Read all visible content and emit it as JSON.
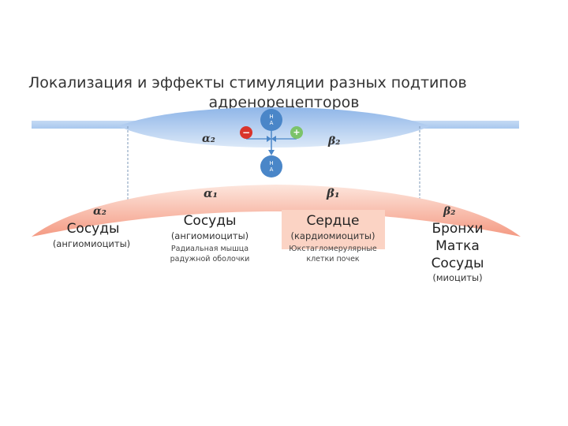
{
  "title": {
    "line1": "Локализация и эффекты стимуляции разных подтипов",
    "line2": "адренорецепторов"
  },
  "presynaptic": {
    "receptor_left": "α₂",
    "receptor_right": "β₂",
    "na_top": "Н\nА",
    "na_bottom": "Н\nА",
    "minus": "−",
    "plus": "+"
  },
  "postsynaptic": {
    "receptor_a1": "α₁",
    "receptor_b1": "β₁"
  },
  "targets": {
    "left": {
      "receptor": "α₂",
      "organ": "Сосуды",
      "cells": "(ангиомиоциты)"
    },
    "center_left": {
      "organ": "Сосуды",
      "cells": "(ангиомиоциты)",
      "extra_line1": "Радиальная мышца",
      "extra_line2": "радужной оболочки"
    },
    "center_right": {
      "organ": "Сердце",
      "cells": "(кардиомиоциты)",
      "extra_line1": "Юкстагломерулярные",
      "extra_line2": "клетки почек"
    },
    "right": {
      "receptor": "β₂",
      "organ1": "Бронхи",
      "organ2": "Матка",
      "organ3": "Сосуды",
      "cells": "(миоциты)"
    }
  },
  "colors": {
    "presynaptic_blue": "#a9c8ee",
    "postsynaptic_salmon": "#f6a28c",
    "highlight_box": "#fbd2c2",
    "na_circle": "#4a86c8",
    "minus_red": "#d9342b",
    "plus_green": "#7cc36a"
  }
}
